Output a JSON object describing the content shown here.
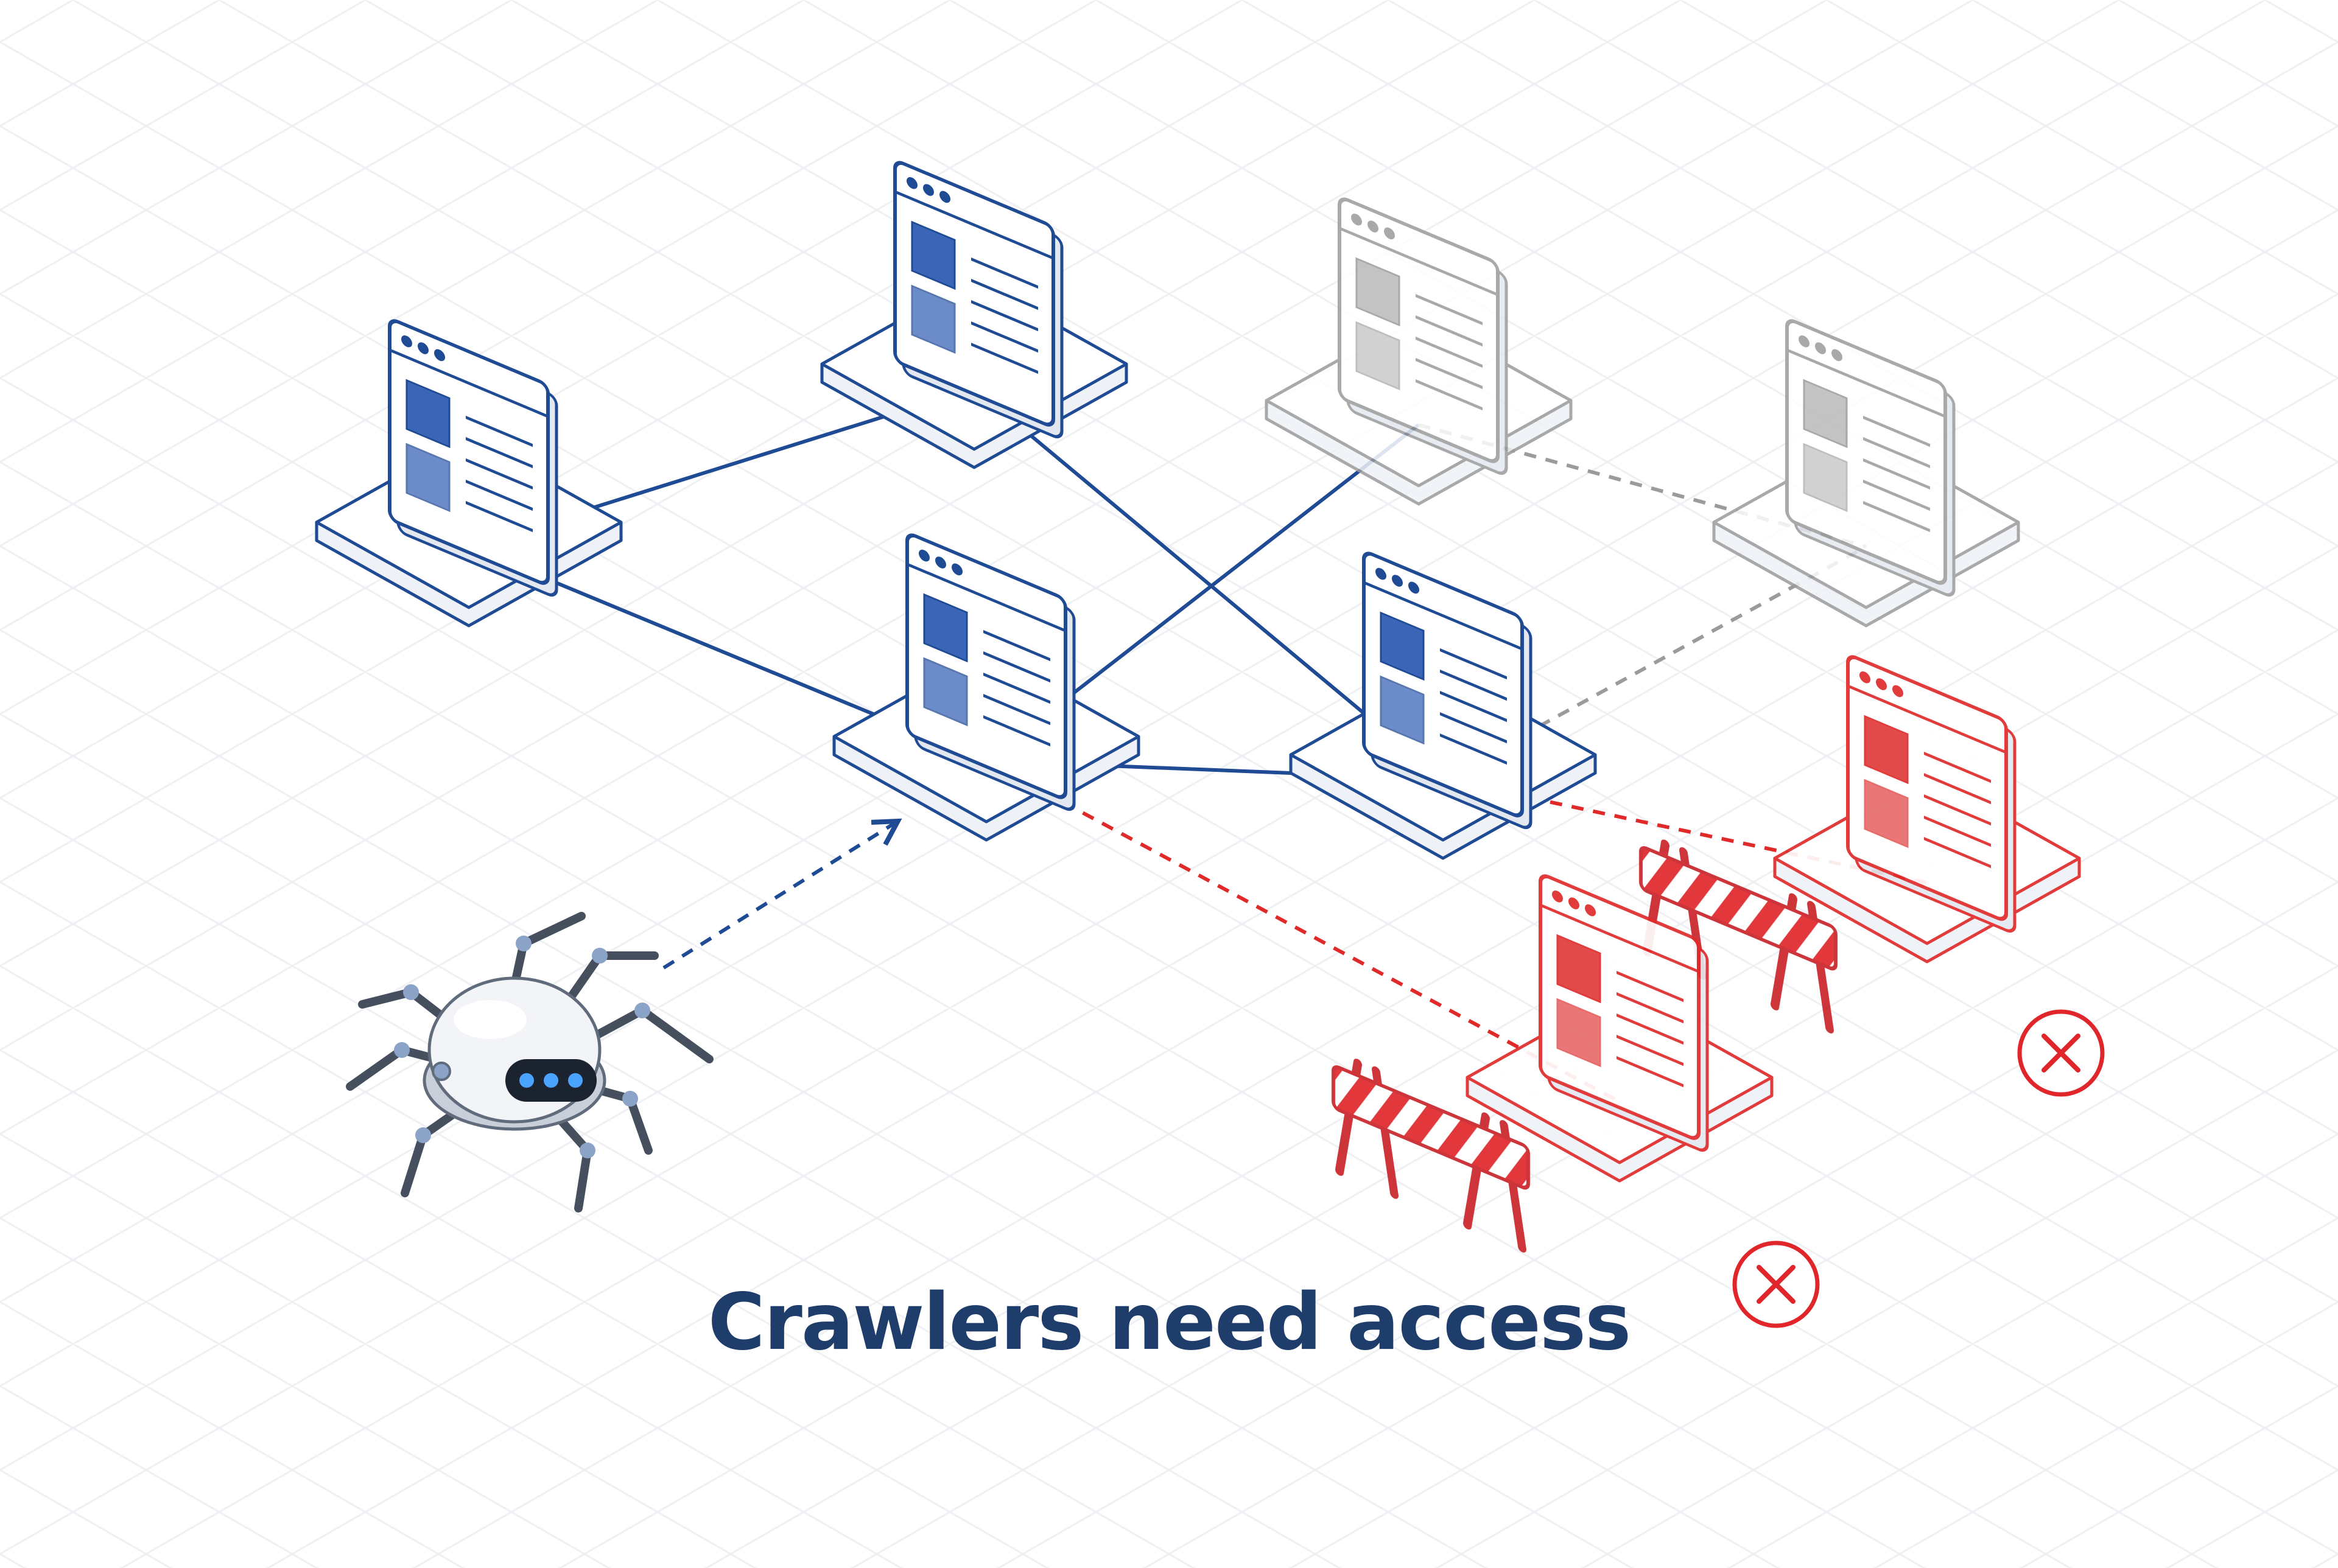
{
  "caption": "Crawlers need access",
  "colors": {
    "accessible": "#1f4a94",
    "accessible_fill": "#3b66b8",
    "faded": "#9b9b9b",
    "faded_fill": "#b9b9b9",
    "blocked": "#e02a2a",
    "blocked_fill": "#e03a3a",
    "grid": "#eef0f3",
    "caption": "#1f3d6b"
  },
  "nodes": [
    {
      "id": "page-a",
      "state": "accessible"
    },
    {
      "id": "page-b",
      "state": "accessible"
    },
    {
      "id": "page-c",
      "state": "accessible"
    },
    {
      "id": "page-d",
      "state": "accessible"
    },
    {
      "id": "page-e",
      "state": "faded"
    },
    {
      "id": "page-f",
      "state": "faded"
    },
    {
      "id": "page-g",
      "state": "blocked"
    },
    {
      "id": "page-h",
      "state": "blocked"
    }
  ],
  "links": [
    {
      "from": "page-a",
      "to": "page-b",
      "style": "solid"
    },
    {
      "from": "page-a",
      "to": "page-c",
      "style": "solid"
    },
    {
      "from": "page-b",
      "to": "page-d",
      "style": "solid"
    },
    {
      "from": "page-c",
      "to": "page-e",
      "style": "solid"
    },
    {
      "from": "page-c",
      "to": "page-d",
      "style": "solid"
    },
    {
      "from": "page-e",
      "to": "page-f",
      "style": "dashed"
    },
    {
      "from": "page-d",
      "to": "page-f",
      "style": "dashed"
    },
    {
      "from": "page-d",
      "to": "page-g",
      "style": "dashed-blocked"
    },
    {
      "from": "page-c",
      "to": "page-h",
      "style": "dashed-blocked"
    }
  ],
  "crawler": {
    "icon": "spider-robot-icon",
    "targets": "page-c"
  },
  "blocked_marker_icon": "x-circle-icon",
  "barrier_icon": "road-barrier-icon"
}
